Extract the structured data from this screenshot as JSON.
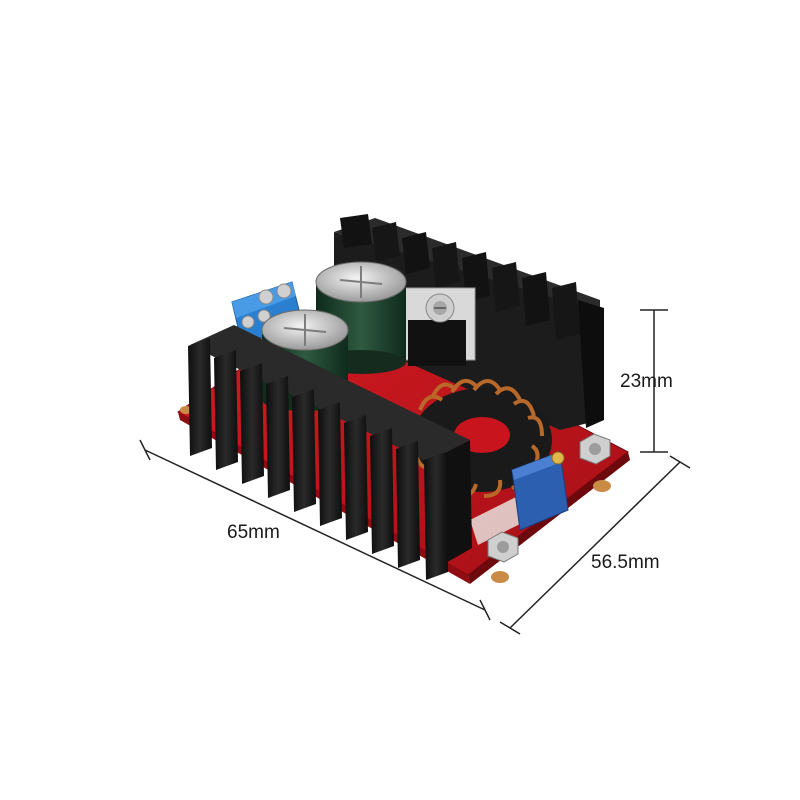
{
  "dimensions": {
    "height": "23mm",
    "length": "65mm",
    "width": "56.5mm"
  },
  "colors": {
    "pcb": "#c8141c",
    "heatsink": "#161616",
    "terminal": "#2a7fd0",
    "copper": "#b8692a",
    "capacitor": "#1f3d2c",
    "trimmer": "#2d5fb0"
  }
}
